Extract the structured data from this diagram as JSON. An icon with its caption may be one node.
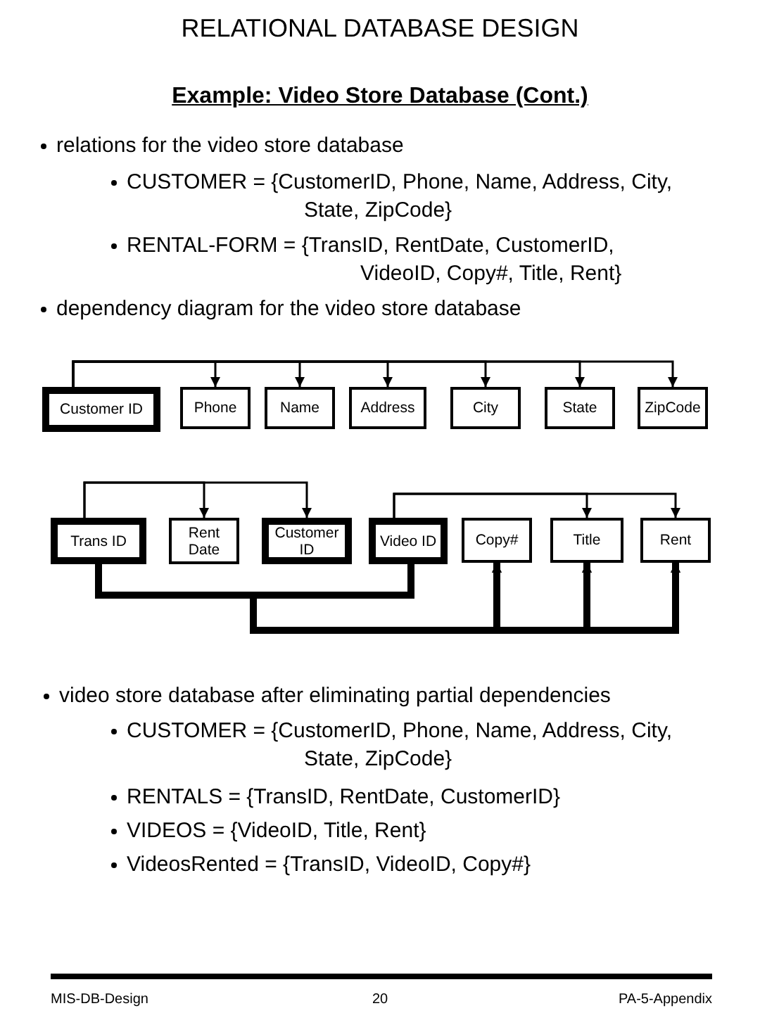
{
  "diagram": {
    "title": "RELATIONAL DATABASE DESIGN",
    "nodes": [
      {
        "text": [
          "Customer ID"
        ]
      },
      {
        "text": [
          "Phone"
        ]
      },
      {
        "text": [
          "Name"
        ]
      },
      {
        "text": [
          "Address"
        ]
      },
      {
        "text": [
          "City"
        ]
      },
      {
        "text": [
          "State"
        ]
      },
      {
        "text": [
          "ZipCode"
        ]
      },
      {
        "text": [
          "Trans ID"
        ]
      },
      {
        "text": [
          "Rent Date"
        ]
      },
      {
        "text": [
          "Customer ID"
        ]
      },
      {
        "text": [
          "Video ID"
        ]
      },
      {
        "text": [
          "Copy#"
        ]
      },
      {
        "text": [
          "Title"
        ]
      },
      {
        "text": [
          "Rent"
        ]
      }
    ],
    "edges": [
      {
        "from": 0,
        "to": 1,
        "arrow": "to"
      },
      {
        "from": 0,
        "to": 2,
        "arrow": "to"
      },
      {
        "from": 0,
        "to": 3,
        "arrow": "to"
      },
      {
        "from": 0,
        "to": 4,
        "arrow": "to"
      },
      {
        "from": 0,
        "to": 5,
        "arrow": "to"
      },
      {
        "from": 0,
        "to": 6,
        "arrow": "to"
      },
      {
        "from": 7,
        "to": 8,
        "arrow": "to"
      },
      {
        "from": 7,
        "to": 9,
        "arrow": "to"
      },
      {
        "from": 10,
        "to": 12,
        "arrow": "to"
      },
      {
        "from": 10,
        "to": 13,
        "arrow": "to"
      },
      {
        "from": 7,
        "to": 11,
        "arrow": "to",
        "style": "thick"
      },
      {
        "from": 7,
        "to": 12,
        "arrow": "to",
        "style": "thick"
      },
      {
        "from": 7,
        "to": 13,
        "arrow": "to",
        "style": "thick"
      },
      {
        "from": 10,
        "to": 11,
        "arrow": "to",
        "style": "thick"
      },
      {
        "from": 10,
        "to": 12,
        "arrow": "to",
        "style": "thick"
      },
      {
        "from": 10,
        "to": 13,
        "arrow": "to",
        "style": "thick"
      }
    ],
    "labels": [
      "Example: Video Store Database (Cont.)",
      "relations for the video store database",
      "CUSTOMER = {CustomerID, Phone, Name, Address, City, State, ZipCode}",
      "RENTAL-FORM = {TransID, RentDate, CustomerID, VideoID, Copy#, Title, Rent}",
      "dependency diagram for the video store database",
      "video store database after eliminating partial dependencies",
      "CUSTOMER = {CustomerID, Phone, Name, Address, City, State, ZipCode}",
      "RENTALS = {TransID, RentDate, CustomerID}",
      "VIDEOS = {VideoID, Title, Rent}",
      "VideosRented = {TransID, VideoID, Copy#}",
      "MIS-DB-Design",
      "20",
      "PA-5-Appendix"
    ]
  }
}
